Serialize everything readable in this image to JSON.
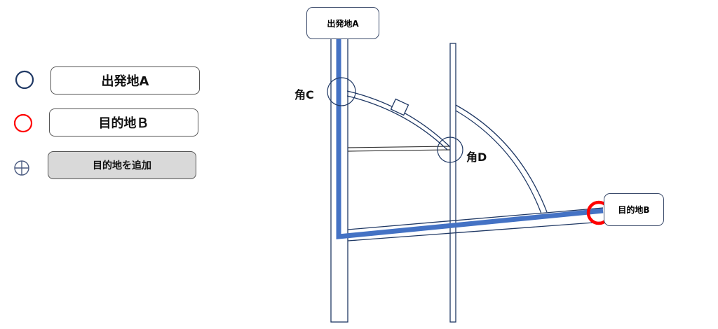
{
  "legend": {
    "start": {
      "icon": "circle-outline-icon",
      "label": "出発地A",
      "color": "#1f3864"
    },
    "destination": {
      "icon": "circle-outline-icon",
      "label": "目的地Ｂ",
      "color": "#ff0000"
    },
    "add": {
      "icon": "plus-circle-icon",
      "label": "目的地を追加"
    }
  },
  "map": {
    "start_label": "出発地A",
    "destination_label": "目的地B",
    "corner_c": "角C",
    "corner_d": "角D",
    "route_color": "#4472c4"
  }
}
